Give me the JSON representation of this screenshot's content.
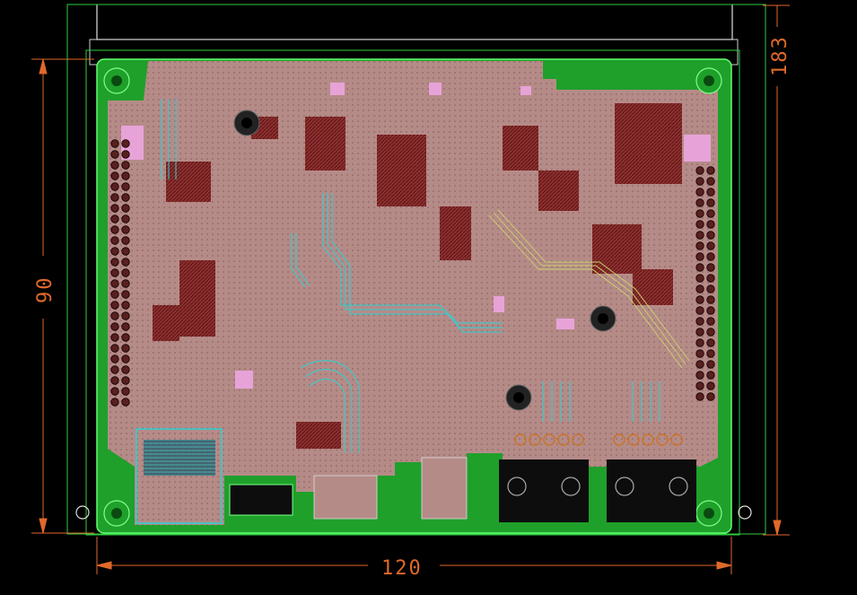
{
  "dimensions": {
    "width_label": "120",
    "height_label": "90",
    "outer_label": "183"
  },
  "colors": {
    "background": "#000000",
    "board_outline": "#2ecc40",
    "ground_pour": "#1fa02a",
    "copper_top": "#b78a8a",
    "copper_dark": "#7a2a2a",
    "trace_cyan": "#29d3d3",
    "pad_pink": "#e7a3d8",
    "dimension_line": "#e0692a",
    "enclosure_outline": "#cfcfcf"
  }
}
